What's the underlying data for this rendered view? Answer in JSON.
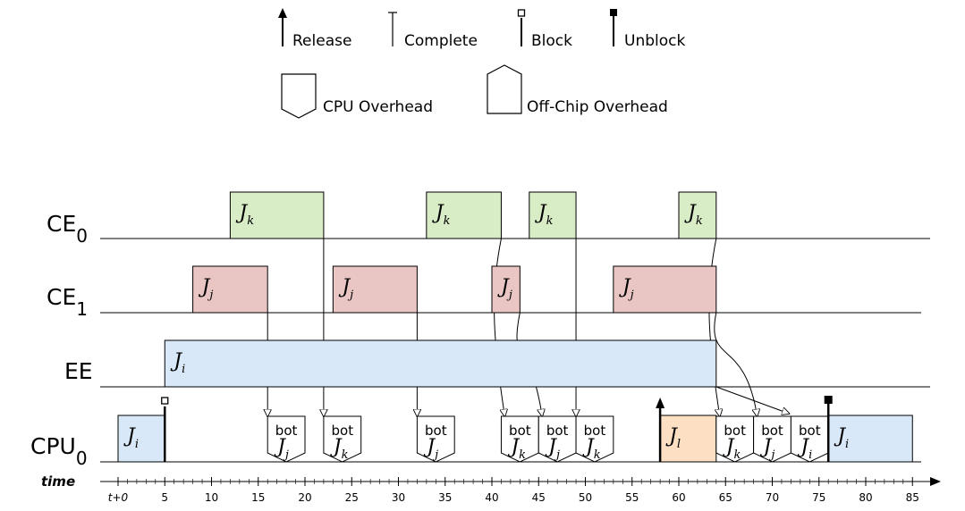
{
  "legend": {
    "release": "Release",
    "complete": "Complete",
    "block": "Block",
    "unblock": "Unblock",
    "cpu_overhead": "CPU Overhead",
    "offchip_overhead": "Off-Chip Overhead"
  },
  "lanes": [
    {
      "id": "ce0",
      "name": "CE",
      "sub": "0"
    },
    {
      "id": "ce1",
      "name": "CE",
      "sub": "1"
    },
    {
      "id": "ee",
      "name": "EE",
      "sub": ""
    },
    {
      "id": "cpu0",
      "name": "CPU",
      "sub": "0"
    }
  ],
  "axis": {
    "label": "time",
    "min": 0,
    "max": 85,
    "minor_step": 1,
    "major_step": 5,
    "first_tick_label": "t+0",
    "tick_labels": [
      "5",
      "10",
      "15",
      "20",
      "25",
      "30",
      "35",
      "40",
      "45",
      "50",
      "55",
      "60",
      "65",
      "70",
      "75",
      "80",
      "85"
    ]
  },
  "colors": {
    "ce0": "#d8ecc5",
    "ce1": "#e9c6c4",
    "ee": "#d9e8f8",
    "cpu_job": "#d9e8f8",
    "l_job": "#fde0c3",
    "overhead": "#ffffff"
  },
  "jobs": [
    {
      "lane": "ce0",
      "job": "J",
      "sub": "k",
      "start": 12,
      "end": 22
    },
    {
      "lane": "ce0",
      "job": "J",
      "sub": "k",
      "start": 33,
      "end": 41
    },
    {
      "lane": "ce0",
      "job": "J",
      "sub": "k",
      "start": 44,
      "end": 49
    },
    {
      "lane": "ce0",
      "job": "J",
      "sub": "k",
      "start": 60,
      "end": 64
    },
    {
      "lane": "ce1",
      "job": "J",
      "sub": "j",
      "start": 8,
      "end": 16
    },
    {
      "lane": "ce1",
      "job": "J",
      "sub": "j",
      "start": 23,
      "end": 32
    },
    {
      "lane": "ce1",
      "job": "J",
      "sub": "j",
      "start": 40,
      "end": 43
    },
    {
      "lane": "ce1",
      "job": "J",
      "sub": "j",
      "start": 53,
      "end": 64
    },
    {
      "lane": "ee",
      "job": "J",
      "sub": "i",
      "start": 5,
      "end": 64
    },
    {
      "lane": "cpu0",
      "job": "J",
      "sub": "i",
      "start": 0,
      "end": 5
    },
    {
      "lane": "cpu0",
      "job": "J",
      "sub": "l",
      "start": 58,
      "end": 64,
      "color": "l_job"
    },
    {
      "lane": "cpu0",
      "job": "J",
      "sub": "i",
      "start": 76,
      "end": 85
    }
  ],
  "overheads": [
    {
      "label": "bot",
      "sub": "j",
      "start": 16,
      "end": 20
    },
    {
      "label": "bot",
      "sub": "k",
      "start": 22,
      "end": 26
    },
    {
      "label": "bot",
      "sub": "j",
      "start": 32,
      "end": 36
    },
    {
      "label": "bot",
      "sub": "k",
      "start": 41,
      "end": 45
    },
    {
      "label": "bot",
      "sub": "j",
      "start": 45,
      "end": 49
    },
    {
      "label": "bot",
      "sub": "k",
      "start": 49,
      "end": 53
    },
    {
      "label": "bot",
      "sub": "k",
      "start": 64,
      "end": 68
    },
    {
      "label": "bot",
      "sub": "j",
      "start": 68,
      "end": 72
    },
    {
      "label": "bot",
      "sub": "i",
      "start": 72,
      "end": 76
    }
  ],
  "events": [
    {
      "type": "block",
      "lane": "cpu0",
      "t": 5
    },
    {
      "type": "release",
      "lane": "cpu0",
      "t": 58
    },
    {
      "type": "unblock",
      "lane": "cpu0",
      "t": 76
    }
  ],
  "arrows": [
    {
      "from_lane": "ce1",
      "t": 16,
      "to": 16,
      "curve": false
    },
    {
      "from_lane": "ce0",
      "t": 22,
      "to": 22,
      "curve": false
    },
    {
      "from_lane": "ce1",
      "t": 32,
      "to": 32,
      "curve": false
    },
    {
      "from_lane": "ce0",
      "t": 41,
      "to": 41,
      "curve": true
    },
    {
      "from_lane": "ce1",
      "t": 43,
      "to": 45,
      "curve": true
    },
    {
      "from_lane": "ce0",
      "t": 49,
      "to": 49,
      "curve": false
    },
    {
      "from_lane": "ce0",
      "t": 64,
      "to": 64,
      "curve": true
    },
    {
      "from_lane": "ce1",
      "t": 64,
      "to": 68,
      "curve": true
    },
    {
      "from_lane": "ee",
      "t": 64,
      "to": 72,
      "curve": true
    }
  ]
}
